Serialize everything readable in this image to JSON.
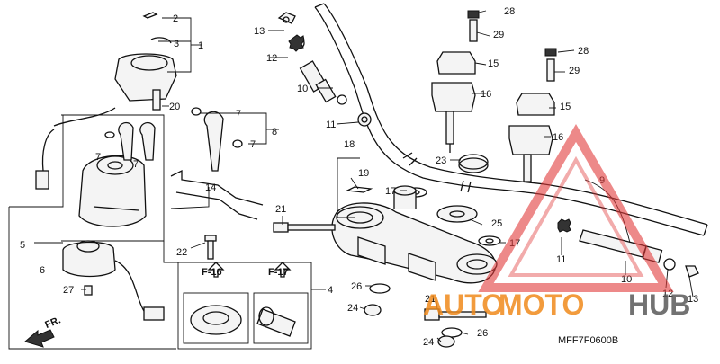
{
  "diagram": {
    "code": "MFF7F0600B",
    "direction_label": "FR.",
    "refs": {
      "f16": "F-16",
      "f17": "F-17"
    },
    "callouts": [
      "1",
      "2",
      "3",
      "4",
      "5",
      "6",
      "7",
      "8",
      "9",
      "10",
      "11",
      "12",
      "13",
      "14",
      "15",
      "16",
      "17",
      "18",
      "19",
      "20",
      "21",
      "22",
      "23",
      "24",
      "25",
      "26",
      "27",
      "28",
      "29"
    ]
  },
  "watermark": {
    "text_part1": "AUTO",
    "text_part2": "MOTO",
    "text_part3": "HUB",
    "colors": {
      "triangle": "#e23b3b",
      "auto": "#f08a1c",
      "moto": "#f08a1c",
      "hub": "#5a5a5a"
    }
  }
}
